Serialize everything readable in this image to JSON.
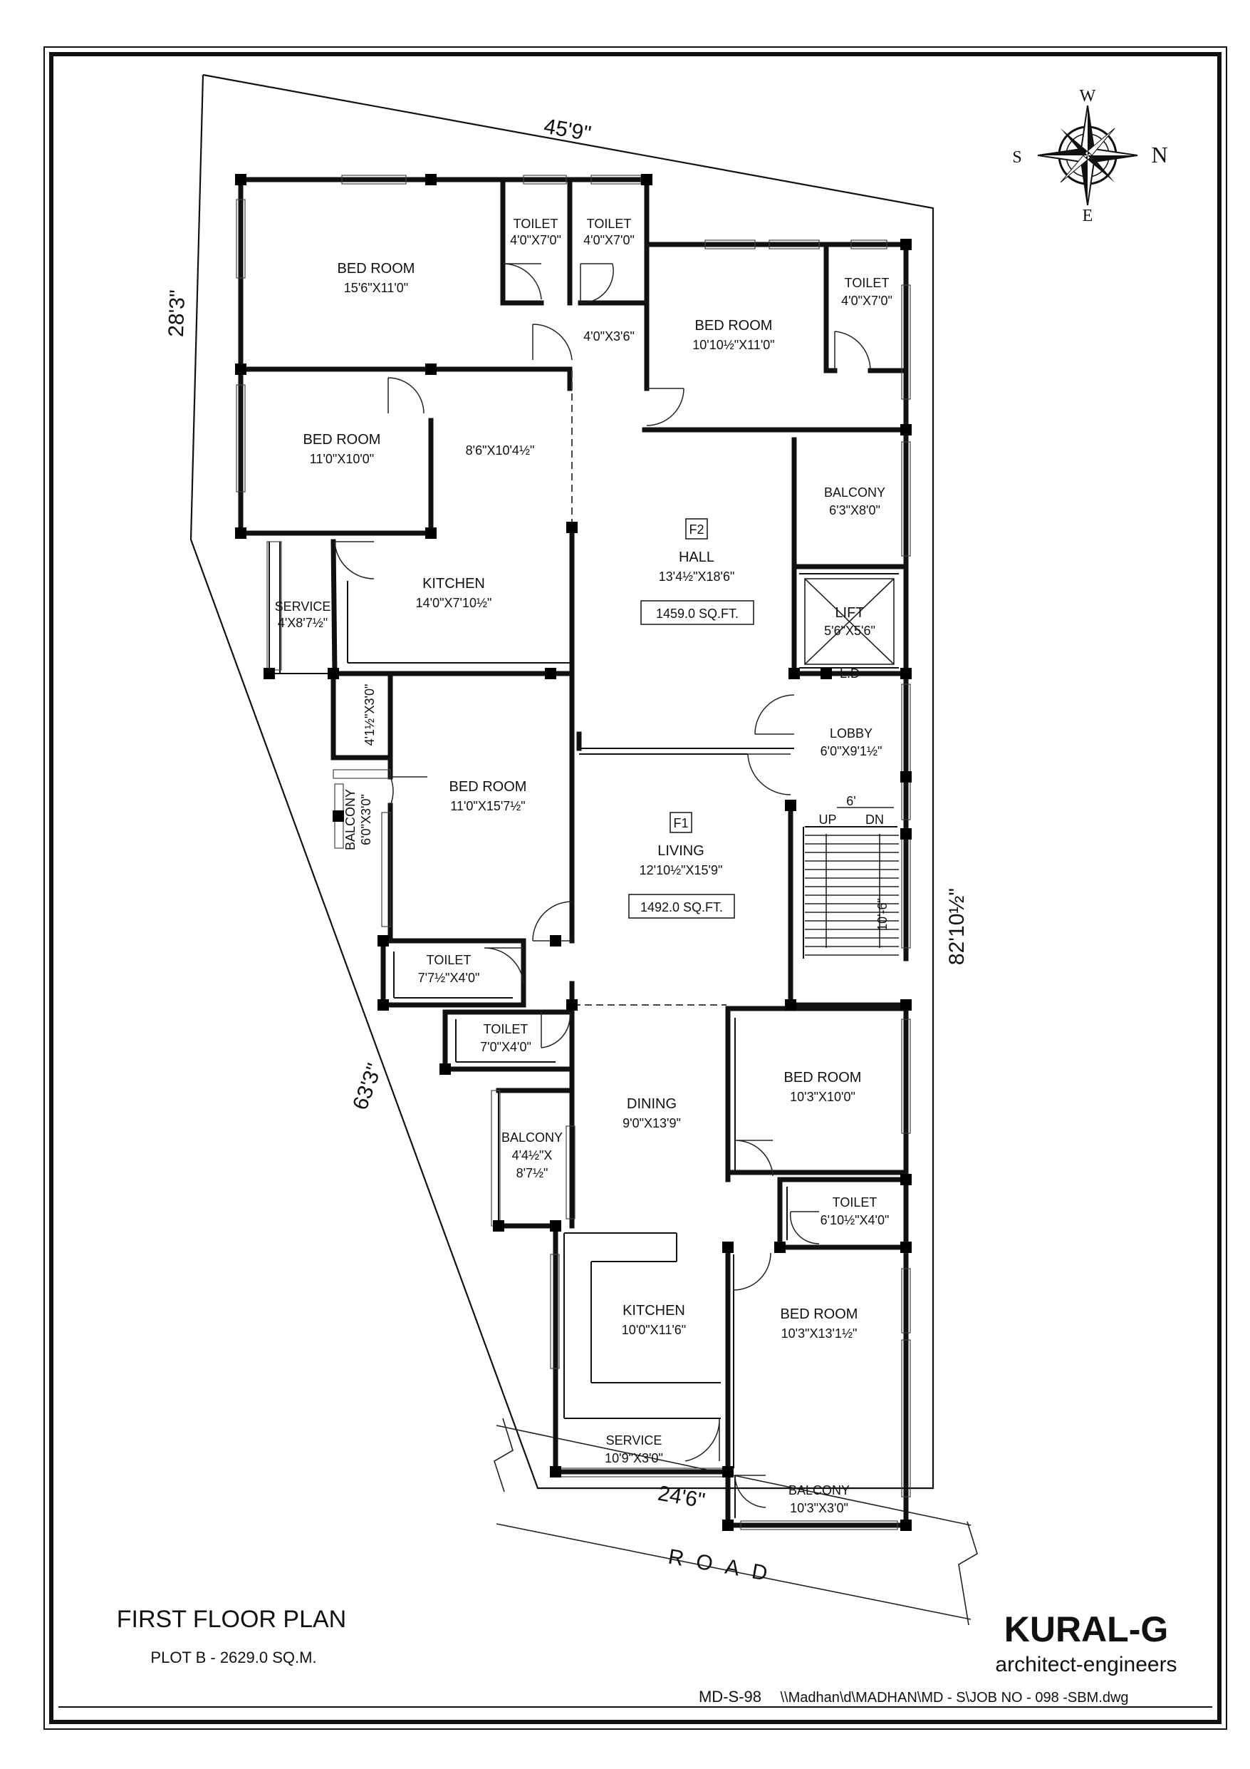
{
  "sheet": {
    "title": "FIRST FLOOR PLAN",
    "plot_label": "PLOT B -  2629.0 SQ.M.",
    "firm_name": "KURAL-G",
    "firm_tagline": "architect-engineers",
    "drawing_ref": "MD-S-98",
    "file_path": "\\\\Madhan\\d\\MADHAN\\MD - S\\JOB NO - 098 -SBM.dwg"
  },
  "compass": {
    "w": "W",
    "n": "N",
    "e": "E",
    "s": "S"
  },
  "site": {
    "top": "45'9\"",
    "left_upper": "28'3\"",
    "left_lower": "63'3\"",
    "right": "82'10½\"",
    "bottom": "24'6\"",
    "road": "ROAD"
  },
  "rooms": {
    "bed1": {
      "name": "BED ROOM",
      "size": "15'6\"X11'0\""
    },
    "toilet1": {
      "name": "TOILET",
      "size": "4'0\"X7'0\""
    },
    "toilet2": {
      "name": "TOILET",
      "size": "4'0\"X7'0\""
    },
    "passage": {
      "size": "4'0\"X3'6\""
    },
    "bed2": {
      "name": "BED ROOM",
      "size": "10'10½\"X11'0\""
    },
    "toilet3": {
      "name": "TOILET",
      "size": "4'0\"X7'0\""
    },
    "bed3": {
      "name": "BED ROOM",
      "size": "11'0\"X10'0\""
    },
    "dress": {
      "size": "8'6\"X10'4½\""
    },
    "balcony1": {
      "name": "BALCONY",
      "size": "6'3\"X8'0\""
    },
    "kitchen1": {
      "name": "KITCHEN",
      "size": "14'0\"X7'10½\""
    },
    "service1": {
      "name": "SERVICE",
      "size": "4'X8'7½\""
    },
    "hall": {
      "tag": "F2",
      "name": "HALL",
      "size": "13'4½\"X18'6\"",
      "area": "1459.0 SQ.FT."
    },
    "lift": {
      "name": "LIFT",
      "size": "5'6\"X5'6\"",
      "ld": "L.D"
    },
    "lobby": {
      "name": "LOBBY",
      "size": "6'0\"X9'1½\""
    },
    "store": {
      "size": "4'1½\"X3'0\""
    },
    "bed4": {
      "name": "BED ROOM",
      "size": "11'0\"X15'7½\""
    },
    "balcony2": {
      "name": "BALCONY",
      "size": "6'0\"X3'0\""
    },
    "living": {
      "tag": "F1",
      "name": "LIVING",
      "size": "12'10½\"X15'9\"",
      "area": "1492.0 SQ.FT."
    },
    "stair": {
      "up": "UP",
      "dn": "DN",
      "width": "6'",
      "length": "10'-6\""
    },
    "toilet4": {
      "name": "TOILET",
      "size": "7'7½\"X4'0\""
    },
    "toilet5": {
      "name": "TOILET",
      "size": "7'0\"X4'0\""
    },
    "dining": {
      "name": "DINING",
      "size": "9'0\"X13'9\""
    },
    "bed5": {
      "name": "BED ROOM",
      "size": "10'3\"X10'0\""
    },
    "balcony3": {
      "name": "BALCONY",
      "size1": "4'4½\"X",
      "size2": "8'7½\""
    },
    "toilet6": {
      "name": "TOILET",
      "size": "6'10½\"X4'0\""
    },
    "kitchen2": {
      "name": "KITCHEN",
      "size": "10'0\"X11'6\""
    },
    "bed6": {
      "name": "BED ROOM",
      "size": "10'3\"X13'1½\""
    },
    "service2": {
      "name": "SERVICE",
      "size": "10'9\"X3'0\""
    },
    "balcony4": {
      "name": "BALCONY",
      "size": "10'3\"X3'0\""
    }
  }
}
